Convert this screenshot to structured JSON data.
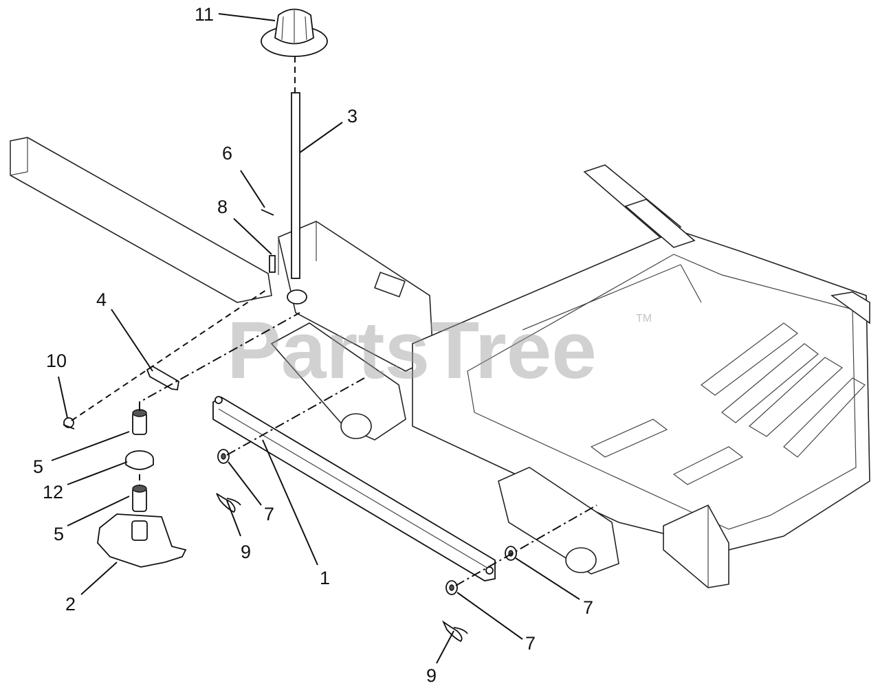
{
  "watermark": {
    "text": "PartsTree",
    "tm": "TM"
  },
  "callouts": [
    {
      "id": "c11",
      "label": "11"
    },
    {
      "id": "c3",
      "label": "3"
    },
    {
      "id": "c6",
      "label": "6"
    },
    {
      "id": "c8",
      "label": "8"
    },
    {
      "id": "c4",
      "label": "4"
    },
    {
      "id": "c10",
      "label": "10"
    },
    {
      "id": "c5a",
      "label": "5"
    },
    {
      "id": "c12",
      "label": "12"
    },
    {
      "id": "c5b",
      "label": "5"
    },
    {
      "id": "c2",
      "label": "2"
    },
    {
      "id": "c7a",
      "label": "7"
    },
    {
      "id": "c9a",
      "label": "9"
    },
    {
      "id": "c1",
      "label": "1"
    },
    {
      "id": "c7b",
      "label": "7"
    },
    {
      "id": "c7c",
      "label": "7"
    },
    {
      "id": "c9b",
      "label": "9"
    }
  ]
}
